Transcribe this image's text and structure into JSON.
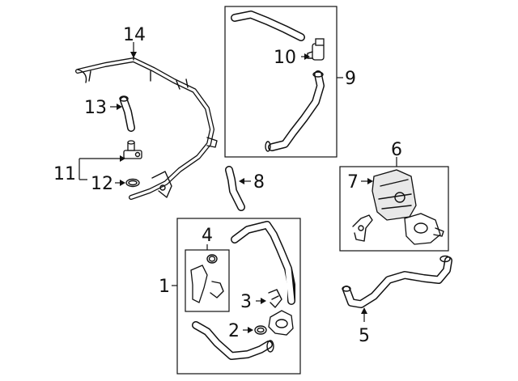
{
  "callouts": {
    "n1": "1",
    "n2": "2",
    "n3": "3",
    "n4": "4",
    "n5": "5",
    "n6": "6",
    "n7": "7",
    "n8": "8",
    "n9": "9",
    "n10": "10",
    "n11": "11",
    "n12": "12",
    "n13": "13",
    "n14": "14"
  },
  "colors": {
    "line": "#111111",
    "background": "#ffffff"
  }
}
